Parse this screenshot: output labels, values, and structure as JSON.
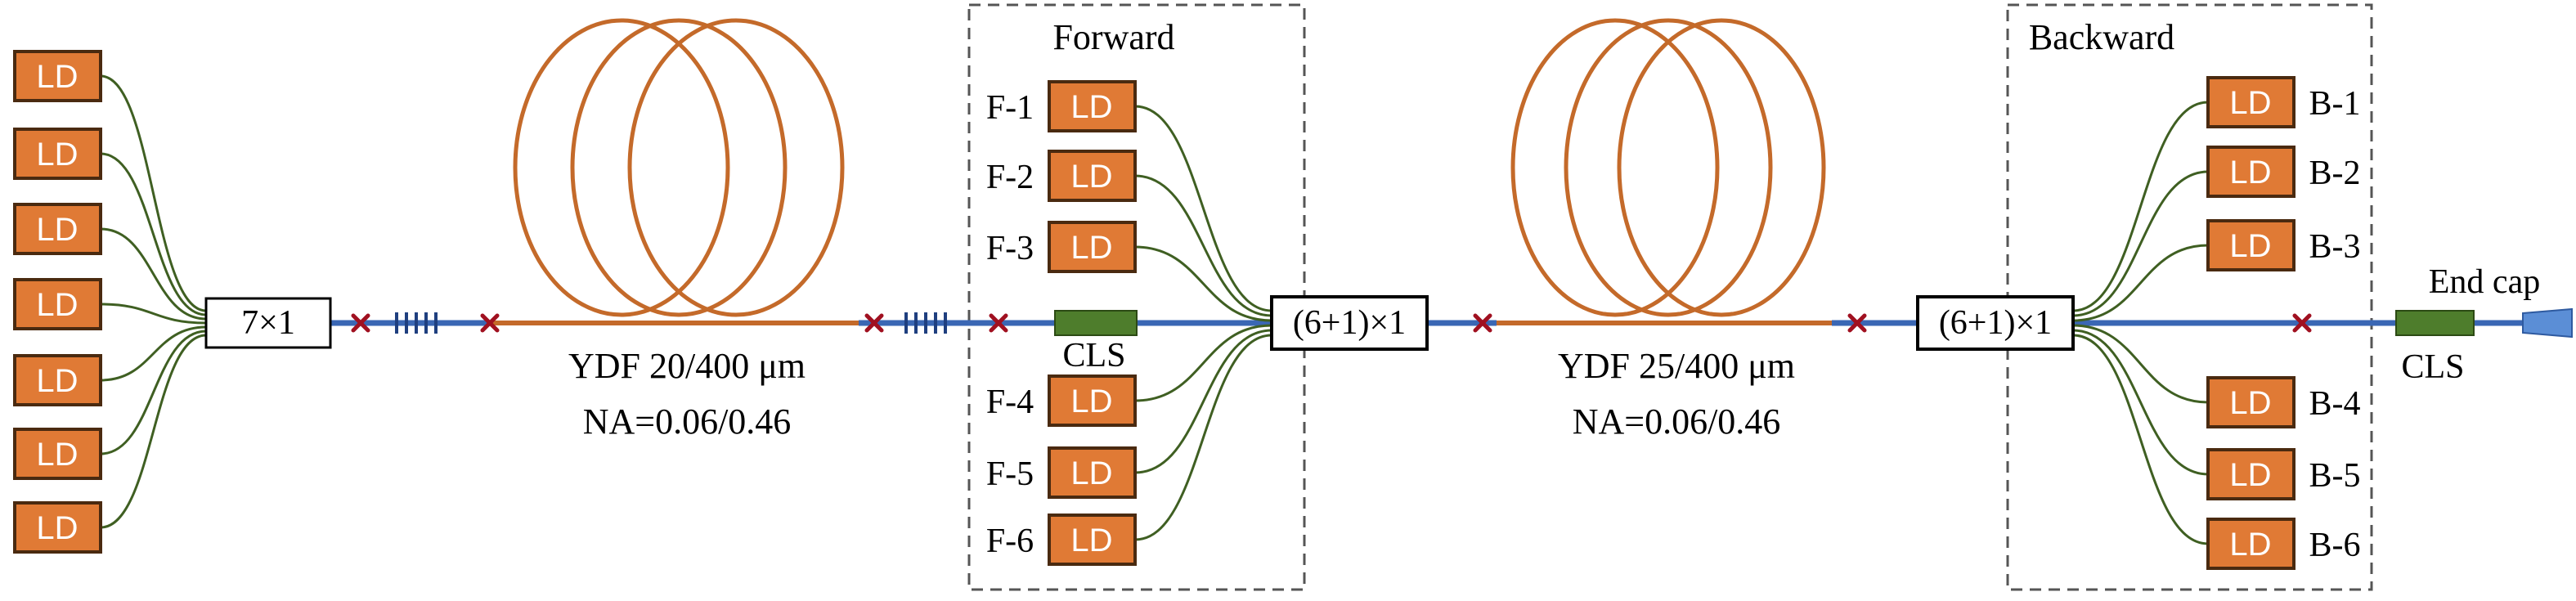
{
  "colors": {
    "ld_fill": "#e07a35",
    "ld_border": "#4a2a10",
    "pump_fiber": "#3f5f22",
    "signal_fiber": "#3a67b4",
    "ydf_coil": "#c46a2a",
    "splice": "#a01020",
    "cls_fill": "#4e7d2c",
    "endcap_fill": "#5b8ed6"
  },
  "left_pumps": {
    "label": "LD",
    "count": 7
  },
  "combiner_left": {
    "label": "7×1"
  },
  "ydf1": {
    "label": "YDF 20/400 μm",
    "na": "NA=0.06/0.46"
  },
  "forward_group": {
    "title": "Forward",
    "labels": [
      "F-1",
      "F-2",
      "F-3",
      "F-4",
      "F-5",
      "F-6"
    ],
    "ld_label": "LD",
    "cls_label": "CLS"
  },
  "combiner_forward": {
    "label": "(6+1)×1"
  },
  "ydf2": {
    "label": "YDF 25/400 μm",
    "na": "NA=0.06/0.46"
  },
  "backward_group": {
    "title": "Backward",
    "labels": [
      "B-1",
      "B-2",
      "B-3",
      "B-4",
      "B-5",
      "B-6"
    ],
    "ld_label": "LD"
  },
  "combiner_backward": {
    "label": "(6+1)×1"
  },
  "output": {
    "endcap_label": "End cap",
    "cls_label": "CLS"
  }
}
